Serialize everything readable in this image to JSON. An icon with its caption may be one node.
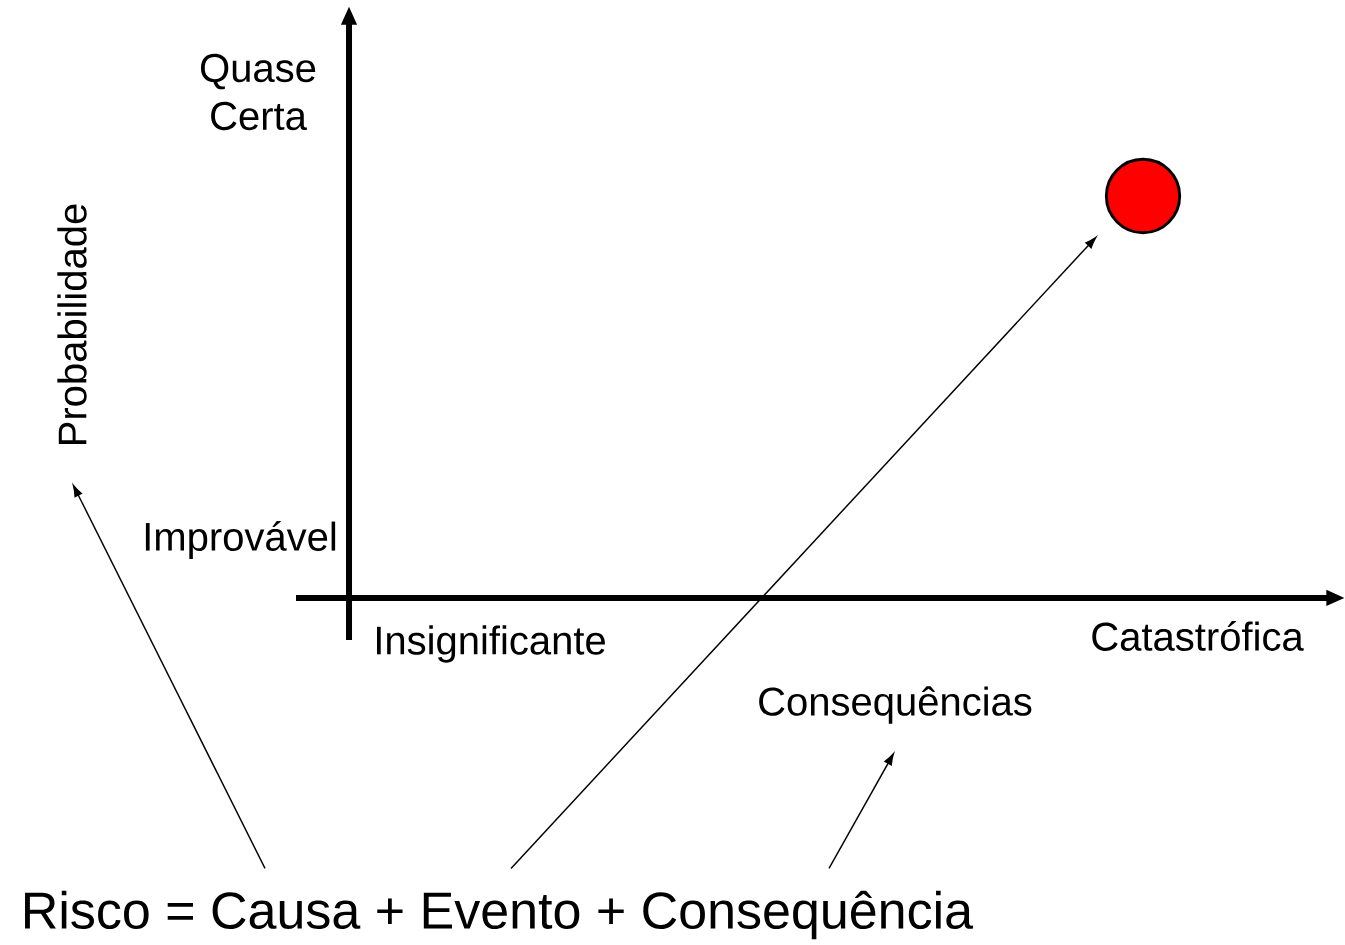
{
  "diagram": {
    "nodes": [
      {
        "text": [
          "Probabilidade"
        ]
      },
      {
        "text": [],
        "shape": "circle"
      },
      {
        "text": [
          "Consequências"
        ]
      },
      {
        "text": [
          "Risco = Causa + Evento + Consequência"
        ]
      }
    ],
    "edges": [
      {
        "from": 3,
        "to": 0,
        "arrow": "to"
      },
      {
        "from": 3,
        "to": 1,
        "arrow": "to"
      },
      {
        "from": 3,
        "to": 2,
        "arrow": "to"
      }
    ],
    "labels": [
      "Quase Certa",
      "Improvável",
      "Insignificante",
      "Catastrófica"
    ]
  }
}
